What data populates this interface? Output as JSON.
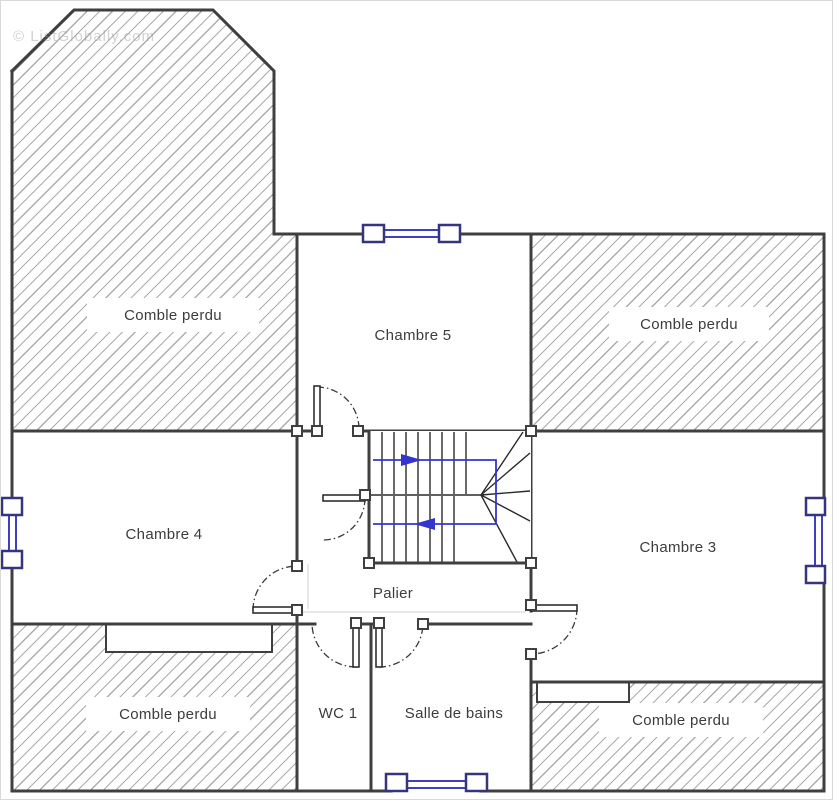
{
  "watermark": "© ListGlobally.com",
  "rooms": {
    "comble_tl": "Comble perdu",
    "chambre5": "Chambre 5",
    "comble_tr": "Comble perdu",
    "chambre4": "Chambre 4",
    "chambre3": "Chambre 3",
    "palier": "Palier",
    "wc": "WC 1",
    "salle_de_bains": "Salle de bains",
    "comble_bl": "Comble perdu",
    "comble_br": "Comble perdu"
  },
  "colors": {
    "wall": "#3f3f3f",
    "window_blue": "#4040bf",
    "stair_direction_blue": "#3434cf",
    "hatch_gray": "#acacac",
    "text": "#3c3c3c"
  }
}
